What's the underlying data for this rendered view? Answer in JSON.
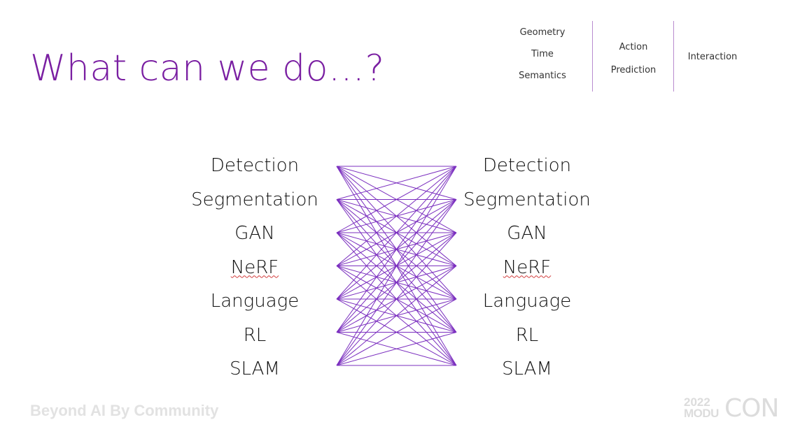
{
  "slide": {
    "title": "What can we do…?",
    "header_columns": [
      {
        "items": [
          "Geometry",
          "Time",
          "Semantics"
        ]
      },
      {
        "items": [
          "Action",
          "Prediction"
        ]
      },
      {
        "items": [
          "Interaction"
        ]
      }
    ],
    "left_list": [
      "Detection",
      "Segmentation",
      "GAN",
      "NeRF",
      "Language",
      "RL",
      "SLAM"
    ],
    "right_list": [
      "Detection",
      "Segmentation",
      "GAN",
      "NeRF",
      "Language",
      "RL",
      "SLAM"
    ],
    "footer_text": "Beyond AI By Community",
    "logo": {
      "year": "2022",
      "modu": "MODU",
      "con": "CON"
    },
    "colors": {
      "accent": "#7a1fa2",
      "connector": "#7b2fbf",
      "divider": "#b98ccf",
      "footer": "#e2e2e2"
    }
  }
}
